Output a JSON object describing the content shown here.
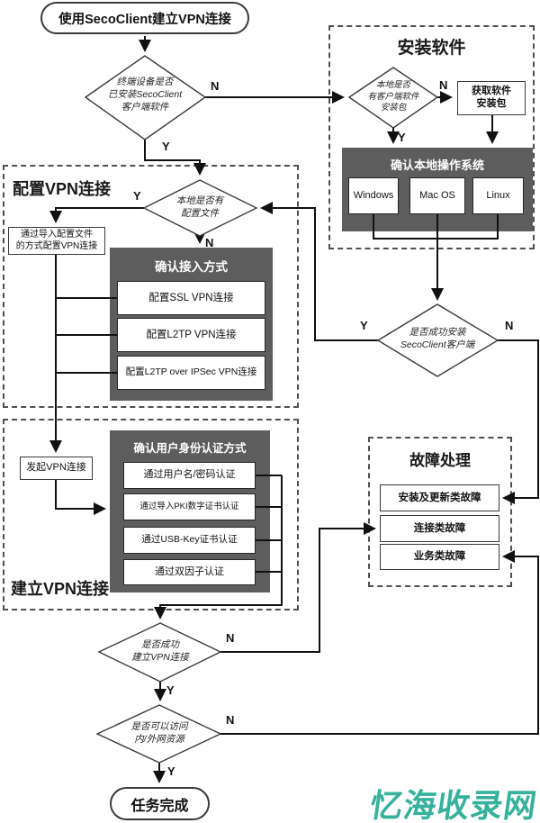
{
  "colors": {
    "dark_box": "#5d5d5d",
    "line": "#111111",
    "watermark": "#35b19c"
  },
  "labels": {
    "yes": "Y",
    "no": "N"
  },
  "start": "使用SecoClient建立VPN连接",
  "end": "任务完成",
  "decisions": {
    "terminal_installed": [
      "终端设备是否",
      "已安装SecoClient",
      "客户端软件"
    ],
    "has_package": [
      "本地是否",
      "有客户端软件",
      "安装包"
    ],
    "install_success": [
      "是否成功安装",
      "SecoClient客户端"
    ],
    "has_config": [
      "本地是否有",
      "配置文件"
    ],
    "establish_success": [
      "是否成功",
      "建立VPN连接"
    ],
    "can_access": [
      "是否可以访问",
      "内/外网资源"
    ]
  },
  "groups": {
    "install_title": "安装软件",
    "configure_title": "配置VPN连接",
    "establish_title": "建立VPN连接",
    "fault_title": "故障处理"
  },
  "get_package": [
    "获取软件",
    "安装包"
  ],
  "confirm_os": {
    "title": "确认本地操作系统",
    "options": [
      "Windows",
      "Mac OS",
      "Linux"
    ]
  },
  "import_config": [
    "通过导入配置文件",
    "的方式配置VPN连接"
  ],
  "access_method": {
    "title": "确认接入方式",
    "options": [
      "配置SSL VPN连接",
      "配置L2TP VPN连接",
      "配置L2TP over IPSec VPN连接"
    ]
  },
  "initiate": "发起VPN连接",
  "auth_method": {
    "title": "确认用户身份认证方式",
    "options": [
      "通过用户名/密码认证",
      "通过导入PKI数字证书认证",
      "通过USB-Key证书认证",
      "通过双因子认证"
    ]
  },
  "faults": [
    "安装及更新类故障",
    "连接类故障",
    "业务类故障"
  ],
  "watermark": "忆海收录网"
}
